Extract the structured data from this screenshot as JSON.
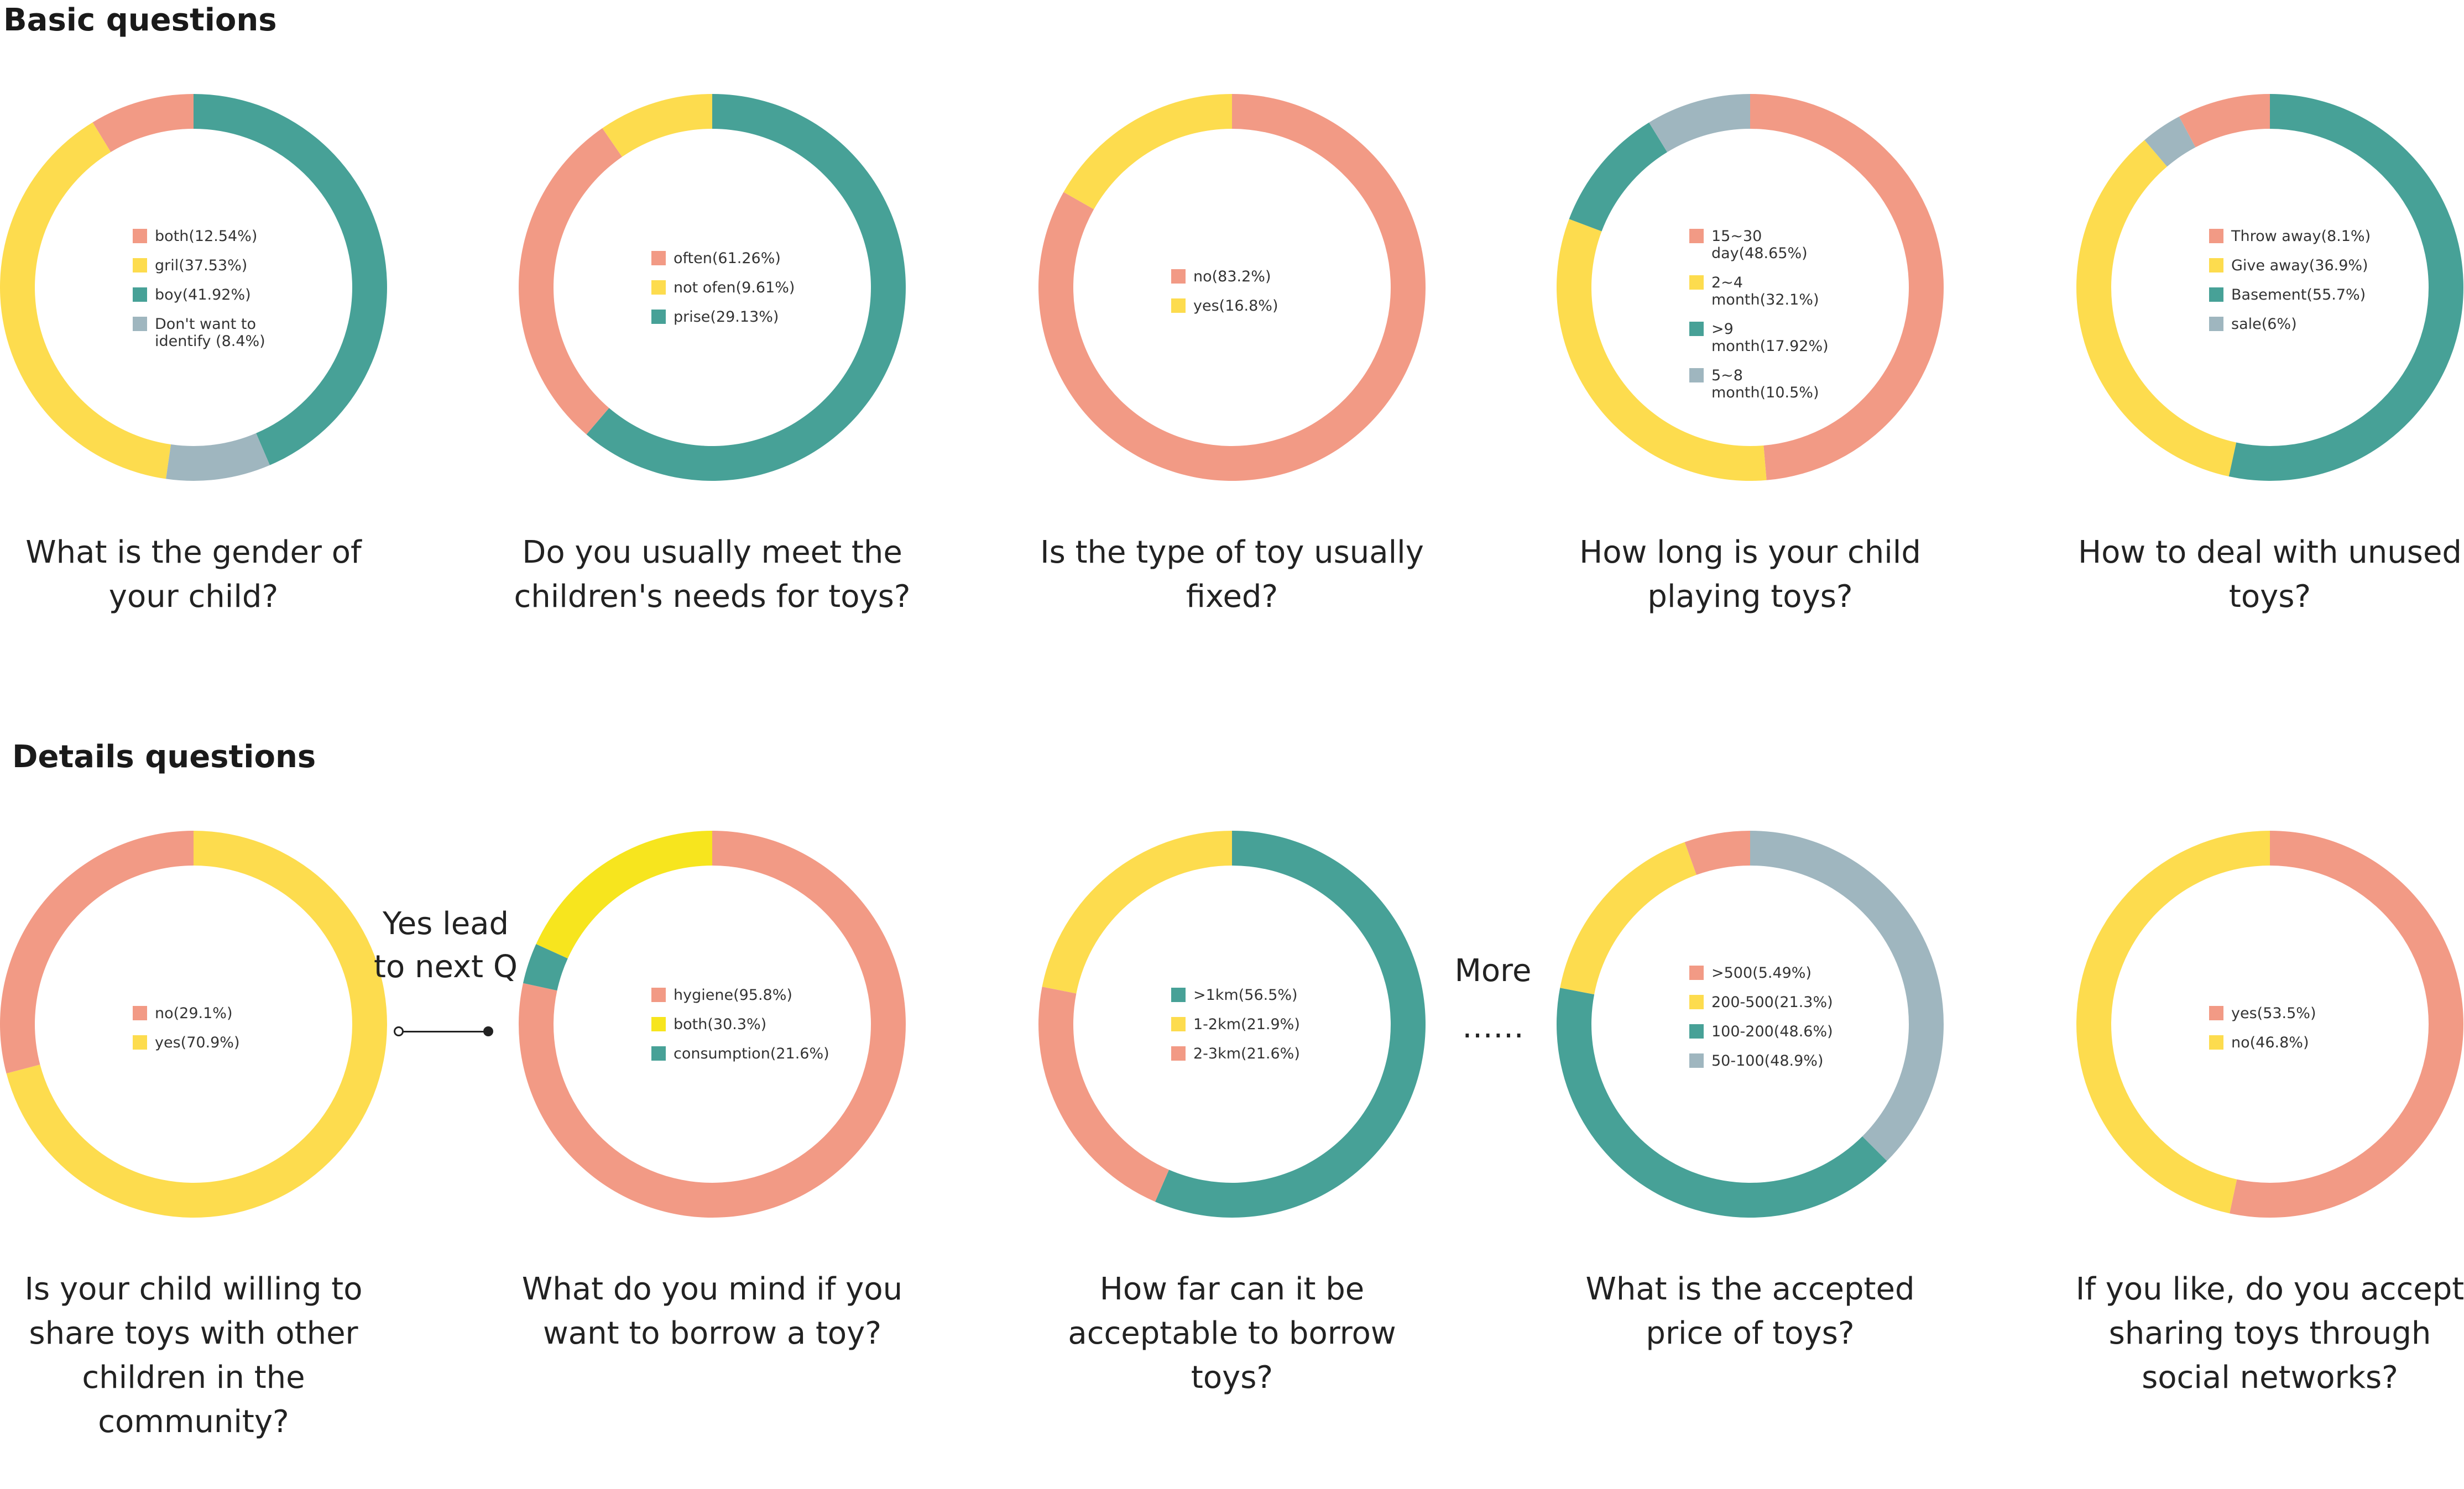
{
  "sections": {
    "basic_title": "Basic questions",
    "details_title": "Details questions"
  },
  "colors": {
    "salmon": "#F29A85",
    "yellow": "#FDDC4E",
    "bright_yellow": "#F7E51E",
    "teal": "#47A197",
    "grey": "#9FB6BF"
  },
  "connectors": {
    "yes_lead": "Yes lead to next Q",
    "more": "More",
    "ellipsis": "……"
  },
  "chart_data": [
    {
      "type": "pie",
      "row": 0,
      "question": "What is the gender of your child?",
      "slices": [
        {
          "label": "both(12.54%)",
          "value": 8.4,
          "color": "#F29A85"
        },
        {
          "label": "gril(37.53%)",
          "value": 37.53,
          "color": "#FDDC4E"
        },
        {
          "label": "boy(41.92%)",
          "value": 41.92,
          "color": "#47A197"
        },
        {
          "label": "Don't want to identify (8.4%)",
          "value": 8.4,
          "color": "#9FB6BF"
        }
      ],
      "draw_order": [
        2,
        3,
        1,
        0
      ],
      "start_deg": 0
    },
    {
      "type": "pie",
      "row": 0,
      "question": "Do you usually meet the children's needs for toys?",
      "slices": [
        {
          "label": "often(61.26%)",
          "value": 29.13,
          "color": "#F29A85"
        },
        {
          "label": "not ofen(9.61%)",
          "value": 9.61,
          "color": "#FDDC4E"
        },
        {
          "label": "prise(29.13%)",
          "value": 61.26,
          "color": "#47A197"
        }
      ],
      "draw_order": [
        2,
        0,
        1
      ],
      "start_deg": 0
    },
    {
      "type": "pie",
      "row": 0,
      "question": "Is the type of toy usually fixed?",
      "slices": [
        {
          "label": "no(83.2%)",
          "value": 83.2,
          "color": "#F29A85"
        },
        {
          "label": "yes(16.8%)",
          "value": 16.8,
          "color": "#FDDC4E"
        }
      ],
      "draw_order": [
        0,
        1
      ],
      "start_deg": 0
    },
    {
      "type": "pie",
      "row": 0,
      "question": "How long is your child playing toys?",
      "slices": [
        {
          "label": "15~30 day(48.65%)",
          "value": 48.65,
          "color": "#F29A85"
        },
        {
          "label": "2~4 month(32.1%)",
          "value": 32.1,
          "color": "#FDDC4E"
        },
        {
          "label": ">9 month(17.92%)",
          "value": 10.5,
          "color": "#47A197"
        },
        {
          "label": "5~8 month(10.5%)",
          "value": 8.75,
          "color": "#9FB6BF"
        }
      ],
      "draw_order": [
        0,
        1,
        2,
        3
      ],
      "start_deg": 0
    },
    {
      "type": "pie",
      "row": 0,
      "question": "How to deal with unused toys?",
      "slices": [
        {
          "label": "Throw away(8.1%)",
          "value": 8.1,
          "color": "#F29A85"
        },
        {
          "label": "Give away(36.9%)",
          "value": 36.9,
          "color": "#FDDC4E"
        },
        {
          "label": "Basement(55.7%)",
          "value": 55.7,
          "color": "#47A197"
        },
        {
          "label": "sale(6%)",
          "value": 3.6,
          "color": "#9FB6BF"
        }
      ],
      "draw_order": [
        2,
        1,
        3,
        0
      ],
      "start_deg": 0
    },
    {
      "type": "pie",
      "row": 1,
      "question": "Is your child willing to share toys with other children in the community?",
      "slices": [
        {
          "label": "no(29.1%)",
          "value": 29.1,
          "color": "#F29A85"
        },
        {
          "label": "yes(70.9%)",
          "value": 70.9,
          "color": "#FDDC4E"
        }
      ],
      "draw_order": [
        1,
        0
      ],
      "start_deg": 0
    },
    {
      "type": "pie",
      "row": 1,
      "question": "What do you mind if you want to borrow a toy?",
      "slices": [
        {
          "label": "hygiene(95.8%)",
          "value": 78.4,
          "color": "#F29A85"
        },
        {
          "label": "both(30.3%)",
          "value": 18.2,
          "color": "#F7E51E"
        },
        {
          "label": "consumption(21.6%)",
          "value": 3.4,
          "color": "#47A197"
        }
      ],
      "draw_order": [
        0,
        2,
        1
      ],
      "start_deg": 0
    },
    {
      "type": "pie",
      "row": 1,
      "question": "How far can it be acceptable to borrow toys?",
      "slices": [
        {
          "label": ">1km(56.5%)",
          "value": 56.5,
          "color": "#47A197"
        },
        {
          "label": "1-2km(21.9%)",
          "value": 21.9,
          "color": "#FDDC4E"
        },
        {
          "label": "2-3km(21.6%)",
          "value": 21.6,
          "color": "#F29A85"
        }
      ],
      "draw_order": [
        0,
        2,
        1
      ],
      "start_deg": 0
    },
    {
      "type": "pie",
      "row": 1,
      "question": "What is the accepted price of toys?",
      "slices": [
        {
          "label": ">500(5.49%)",
          "value": 5.49,
          "color": "#F29A85"
        },
        {
          "label": "200-500(21.3%)",
          "value": 16.5,
          "color": "#FDDC4E"
        },
        {
          "label": "100-200(48.6%)",
          "value": 40.5,
          "color": "#47A197"
        },
        {
          "label": "50-100(48.9%)",
          "value": 37.5,
          "color": "#9FB6BF"
        }
      ],
      "draw_order": [
        3,
        2,
        1,
        0
      ],
      "start_deg": 0
    },
    {
      "type": "pie",
      "row": 1,
      "question": "If you like, do you accept sharing toys through social networks?",
      "slices": [
        {
          "label": "yes(53.5%)",
          "value": 53.5,
          "color": "#F29A85"
        },
        {
          "label": "no(46.8%)",
          "value": 46.8,
          "color": "#FDDC4E"
        }
      ],
      "draw_order": [
        0,
        1
      ],
      "start_deg": 0
    }
  ]
}
